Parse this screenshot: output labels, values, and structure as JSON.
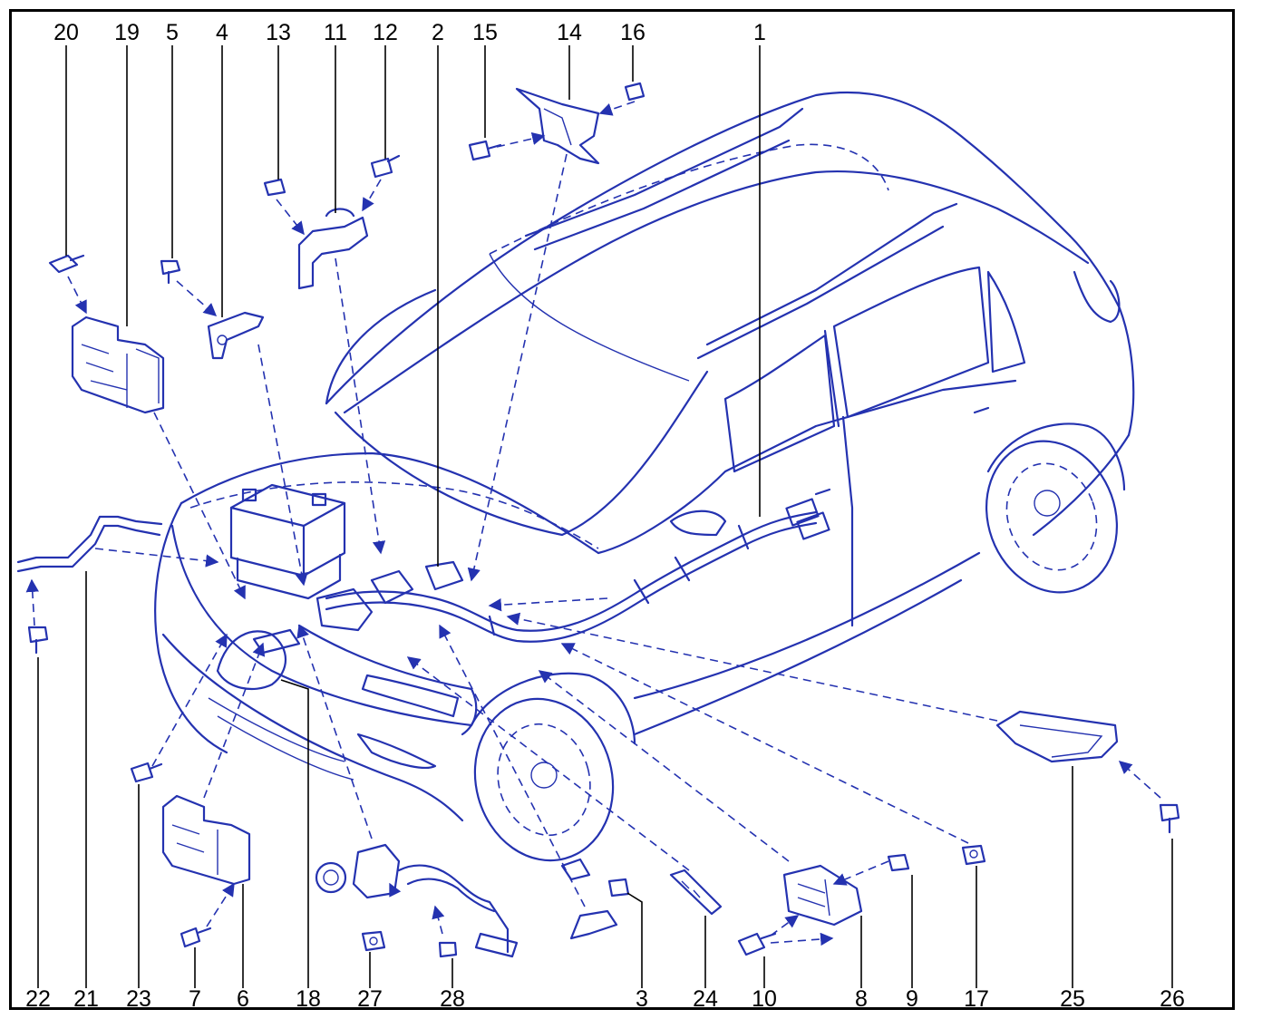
{
  "diagram": {
    "ink_color": "#2432b0",
    "label_color": "#000000",
    "frame_color": "#000000",
    "top_callouts": [
      "20",
      "19",
      "5",
      "4",
      "13",
      "11",
      "12",
      "2",
      "15",
      "14",
      "16",
      "1"
    ],
    "bottom_callouts": [
      "22",
      "21",
      "23",
      "7",
      "6",
      "18",
      "27",
      "28",
      "3",
      "24",
      "10",
      "8",
      "9",
      "17",
      "25",
      "26"
    ]
  }
}
